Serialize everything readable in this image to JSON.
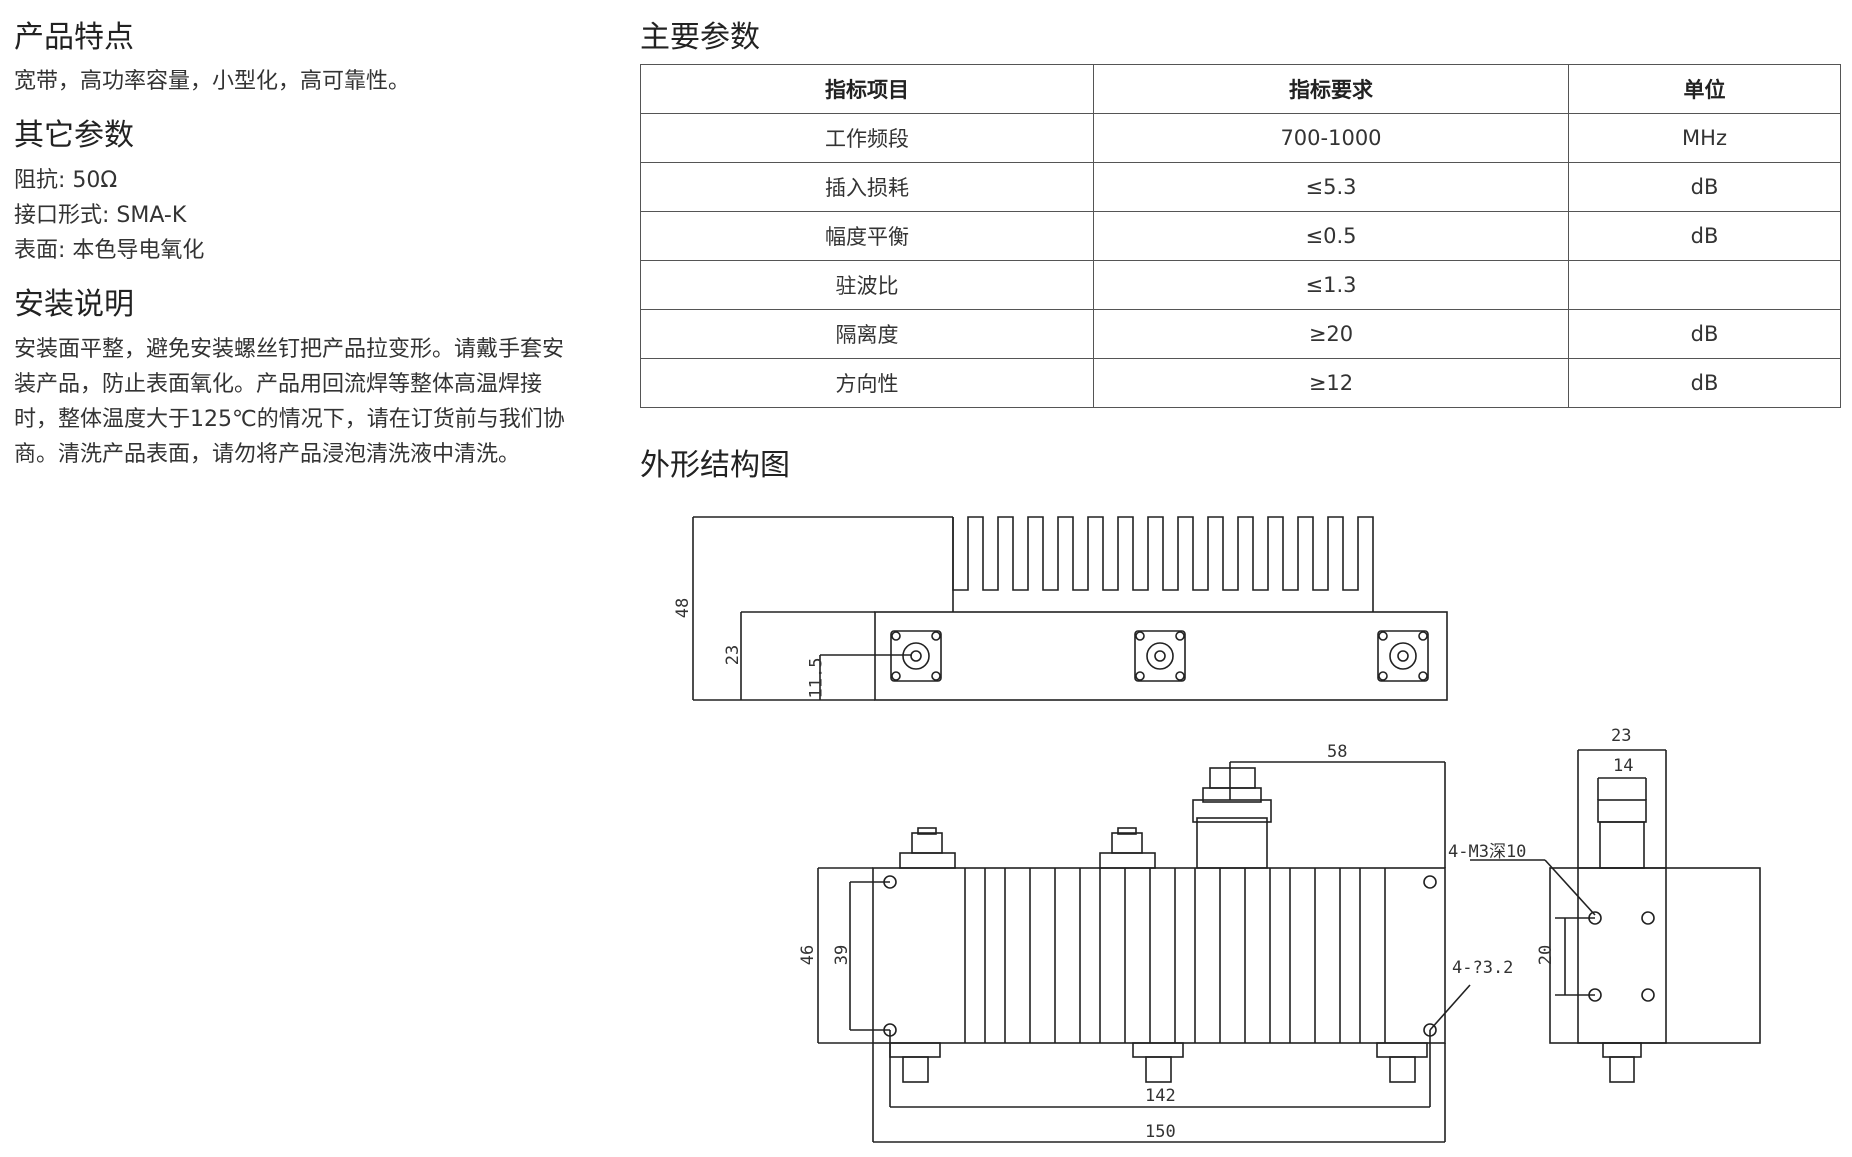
{
  "left": {
    "features": {
      "heading": "产品特点",
      "text": "宽带，高功率容量，小型化，高可靠性。"
    },
    "other": {
      "heading": "其它参数",
      "lines": [
        "阻抗: 50Ω",
        "接口形式: SMA-K",
        "表面: 本色导电氧化"
      ]
    },
    "install": {
      "heading": "安装说明",
      "lines": [
        "安装面平整，避免安装螺丝钉把产品拉变形。请戴手套安",
        "装产品，防止表面氧化。产品用回流焊等整体高温焊接",
        "时，整体温度大于125℃的情况下，请在订货前与我们协",
        "商。清洗产品表面，请勿将产品浸泡清洗液中清洗。"
      ]
    }
  },
  "params": {
    "heading": "主要参数",
    "columns": [
      "指标项目",
      "指标要求",
      "单位"
    ],
    "rows": [
      [
        "工作频段",
        "700-1000",
        "MHz"
      ],
      [
        "插入损耗",
        "≤5.3",
        "dB"
      ],
      [
        "幅度平衡",
        "≤0.5",
        "dB"
      ],
      [
        "驻波比",
        "≤1.3",
        ""
      ],
      [
        "隔离度",
        "≥20",
        "dB"
      ],
      [
        "方向性",
        "≥12",
        "dB"
      ]
    ]
  },
  "drawing": {
    "heading": "外形结构图",
    "dims": {
      "d48": "48",
      "d23a": "23",
      "d115": "11.5",
      "d58": "58",
      "d46": "46",
      "d39": "39",
      "d142": "142",
      "d150": "150",
      "d23b": "23",
      "d14": "14",
      "d20": "20",
      "m3": "4-M3深10",
      "hole": "4-?3.2"
    }
  }
}
